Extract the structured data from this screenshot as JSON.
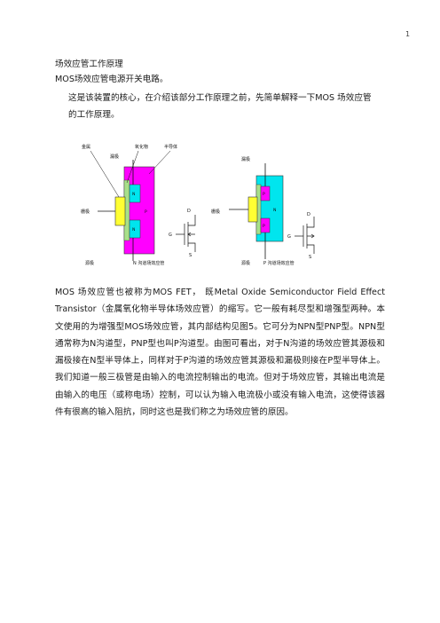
{
  "page_mark": "1",
  "title": "场效应管工作原理",
  "subtitle": "MOS场效应管电源开关电路。",
  "intro": "这是该装置的核心，在介绍该部分工作原理之前，先简单解释一下MOS 场效应管的工作原理。",
  "figure": {
    "n_channel": {
      "metal": "金属",
      "oxide": "氧化物",
      "semiconductor": "半导体",
      "drain": "漏极",
      "gate": "栅极",
      "source": "源极",
      "region_n_top": "N",
      "region_p": "P",
      "region_n_bottom": "N",
      "caption": "N 沟道场效应管",
      "sym_d": "D",
      "sym_g": "G",
      "sym_s": "S"
    },
    "p_channel": {
      "drain": "漏极",
      "gate": "栅极",
      "source": "源极",
      "region_p_top": "P",
      "region_n": "N",
      "region_p_bottom": "P",
      "caption": "P 沟道场效应管",
      "sym_d": "D",
      "sym_g": "G",
      "sym_s": "S"
    },
    "colors": {
      "magenta": "#ff00ff",
      "cyan": "#00e5ee",
      "gate_yellow": "#ffff33",
      "oxide_green": "#a8e08a"
    }
  },
  "body": "MOS 场效应管也被称为MOS FET， 既Metal Oxide Semiconductor Field Effect Transistor（金属氧化物半导体场效应管）的缩写。它一般有耗尽型和增强型两种。本文使用的为增强型MOS场效应管，其内部结构见图5。它可分为NPN型PNP型。NPN型通常称为N沟道型，PNP型也叫P沟道型。由图可看出，对于N沟道的场效应管其源极和漏极接在N型半导体上，同样对于P沟道的场效应管其源极和漏极则接在P型半导体上。我们知道一般三极管是由输入的电流控制输出的电流。但对于场效应管，其输出电流是由输入的电压（或称电场）控制，可以认为输入电流极小或没有输入电流，这使得该器件有很高的输入阻抗，同时这也是我们称之为场效应管的原因。"
}
